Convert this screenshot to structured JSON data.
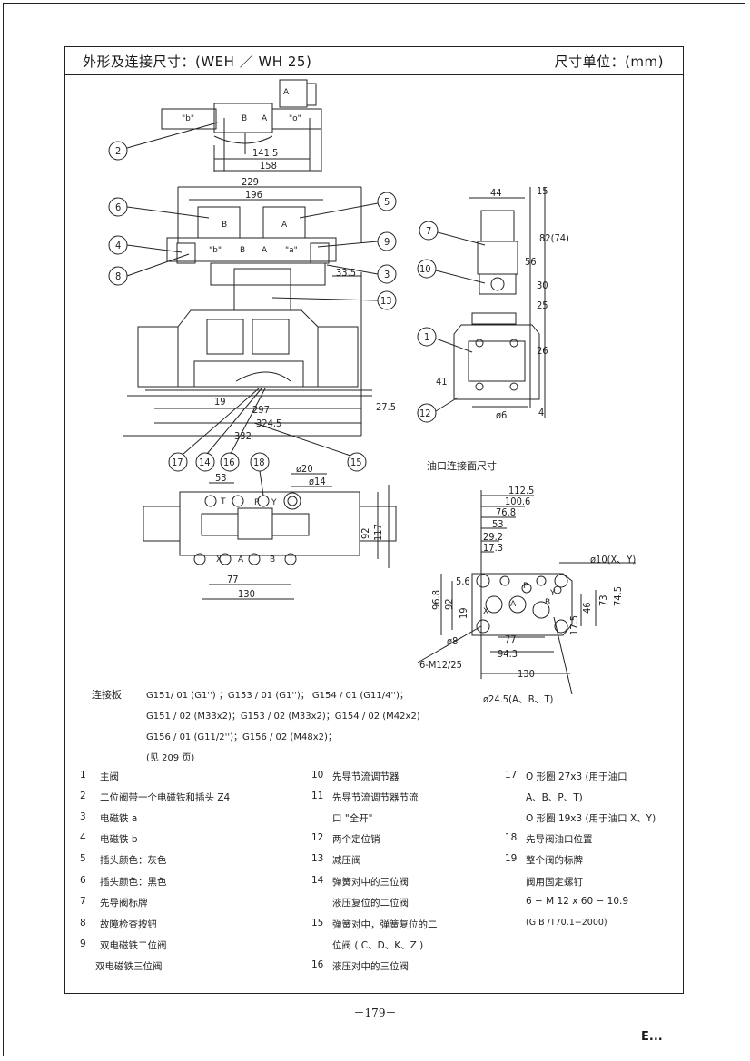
{
  "header": {
    "title": "外形及连接尺寸：(WEH ／ WH 25)",
    "units": "尺寸单位：(mm)"
  },
  "drawing": {
    "callouts": [
      "2",
      "6",
      "4",
      "8",
      "5",
      "9",
      "3",
      "13",
      "7",
      "10",
      "1",
      "12",
      "17",
      "14",
      "16",
      "18",
      "15"
    ],
    "dims": {
      "top_view": [
        "141.5",
        "158"
      ],
      "front_view": [
        "229",
        "196",
        "33.5",
        "19",
        "297",
        "324.5",
        "332",
        "27.5"
      ],
      "side_view": [
        "44",
        "15",
        "82(74)",
        "56",
        "30",
        "25",
        "26",
        "41",
        "4",
        "ø6"
      ],
      "plan_view": [
        "53",
        "ø20",
        "ø14",
        "92",
        "117",
        "77",
        "130"
      ],
      "face_view": [
        "112.5",
        "100.6",
        "76.8",
        "53",
        "29.2",
        "17.3",
        "5.6",
        "96.8",
        "92",
        "19",
        "46",
        "73",
        "74.5",
        "17.5",
        "77",
        "94.3",
        "130",
        "ø8",
        "ø10(X、Y)",
        "6-M12/25",
        "ø24.5(A、B、T)"
      ]
    },
    "port_labels": [
      "A",
      "B",
      "\"a\"",
      "\"b\"",
      "\"o\"",
      "T",
      "P",
      "X",
      "Y"
    ],
    "face_caption": "油口连接面尺寸"
  },
  "subplate": {
    "label": "连接板",
    "lines": [
      "G151/ 01 (G1'')  ；G153 / 01 (G1'')；  G154 / 01 (G11/4'')；",
      "G151 / 02  (M33x2)；G153 / 02  (M33x2)；G154 / 02  (M42x2)",
      "G156 / 01  (G11/2'')；G156 / 02  (M48x2)；",
      "(见 209 页)"
    ]
  },
  "legend": {
    "col1": [
      {
        "num": "1",
        "text": "主阀"
      },
      {
        "num": "2",
        "text": "二位阀带一个电磁铁和插头 Z4"
      },
      {
        "num": "3",
        "text": "电磁铁  a"
      },
      {
        "num": "4",
        "text": "电磁铁  b"
      },
      {
        "num": "5",
        "text": "插头颜色：灰色"
      },
      {
        "num": "6",
        "text": "插头颜色：黑色"
      },
      {
        "num": "7",
        "text": "先导阀标牌"
      },
      {
        "num": "8",
        "text": "故障检查按钮"
      },
      {
        "num": "9",
        "text": "双电磁铁二位阀"
      },
      {
        "num": "",
        "text": "双电磁铁三位阀"
      }
    ],
    "col2": [
      {
        "num": "10",
        "text": "先导节流调节器"
      },
      {
        "num": "11",
        "text": "先导节流调节器节流"
      },
      {
        "num": "",
        "text": "口 \"全开\""
      },
      {
        "num": "12",
        "text": "两个定位销"
      },
      {
        "num": "13",
        "text": "减压阀"
      },
      {
        "num": "14",
        "text": "弹簧对中的三位阀"
      },
      {
        "num": "",
        "text": "液压复位的二位阀"
      },
      {
        "num": "15",
        "text": "弹簧对中，弹簧复位的二"
      },
      {
        "num": "",
        "text": "位阀 ( C、D、K、Z )"
      },
      {
        "num": "16",
        "text": "液压对中的三位阀"
      }
    ],
    "col3": [
      {
        "num": "17",
        "text": "O 形圈  27x3 (用于油口"
      },
      {
        "num": "",
        "text": "A、B、P、T)"
      },
      {
        "num": "",
        "text": "O 形圈  19x3 (用于油口 X、Y)"
      },
      {
        "num": "18",
        "text": "先导阀油口位置"
      },
      {
        "num": "19",
        "text": "整个阀的标牌"
      },
      {
        "num": "",
        "text": "阀用固定螺钉"
      },
      {
        "num": "",
        "text": "6 − M 12 x 60 − 10.9"
      },
      {
        "num": "",
        "text": "(G B /T70.1−2000)"
      }
    ]
  },
  "footer": {
    "page": "－179－",
    "mark": "E..."
  }
}
